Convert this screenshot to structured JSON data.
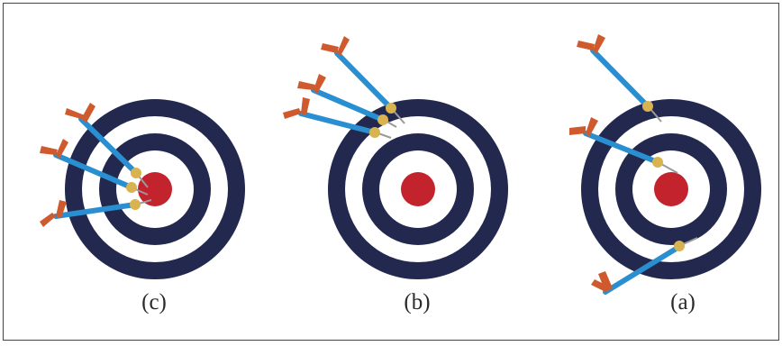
{
  "figure": {
    "panels": [
      {
        "id": "c",
        "label": "(c)"
      },
      {
        "id": "b",
        "label": "(b)"
      },
      {
        "id": "a",
        "label": "(a)"
      }
    ]
  },
  "colors": {
    "ring_dark": "#23284f",
    "ring_light": "#ffffff",
    "bullseye": "#c3232c",
    "dart_shaft": "#2a8fd0",
    "dart_collar": "#d9b34f",
    "dart_flight": "#cf5a2e",
    "dart_tip": "#9a9a9a",
    "caption_text": "#2a2a2a"
  },
  "icons": [
    "target-icon",
    "dart-icon"
  ]
}
